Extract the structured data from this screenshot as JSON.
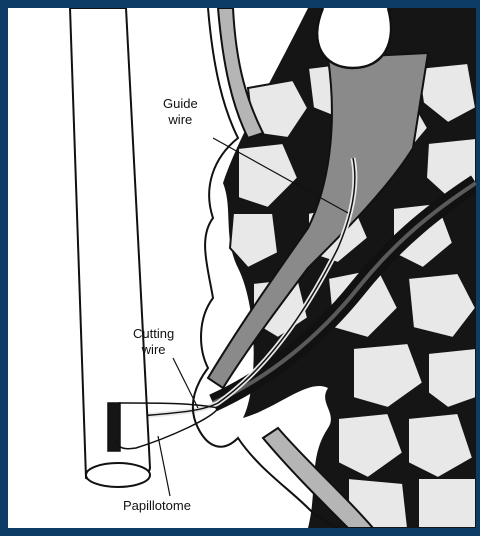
{
  "labels": {
    "guide_wire_line1": "Guide",
    "guide_wire_line2": "wire",
    "cutting_wire_line1": "Cutting",
    "cutting_wire_line2": "wire",
    "papillotome": "Papillotome"
  },
  "colors": {
    "border": "#0d3d66",
    "background": "#ffffff",
    "fat_lobule": "#e8e8e8",
    "interstitial_dark": "#151515",
    "duct_gray": "#8a8a8a",
    "line": "#111111"
  }
}
